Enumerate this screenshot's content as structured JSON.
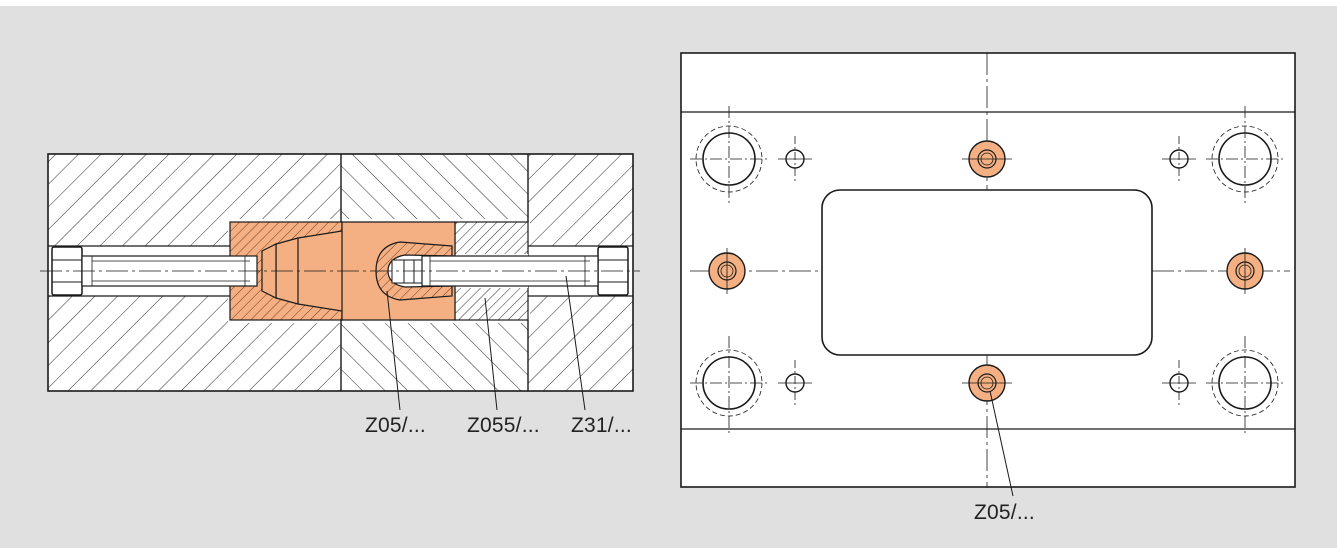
{
  "figure": {
    "colors": {
      "background": "#e0e0e1",
      "part_fill": "#f4b083",
      "line": "#1a1a1a",
      "plate_fill": "#ffffff"
    },
    "section_view": {
      "callouts": [
        "Z05/...",
        "Z055/...",
        "Z31/..."
      ]
    },
    "plan_view": {
      "callouts": [
        "Z05/..."
      ]
    }
  }
}
